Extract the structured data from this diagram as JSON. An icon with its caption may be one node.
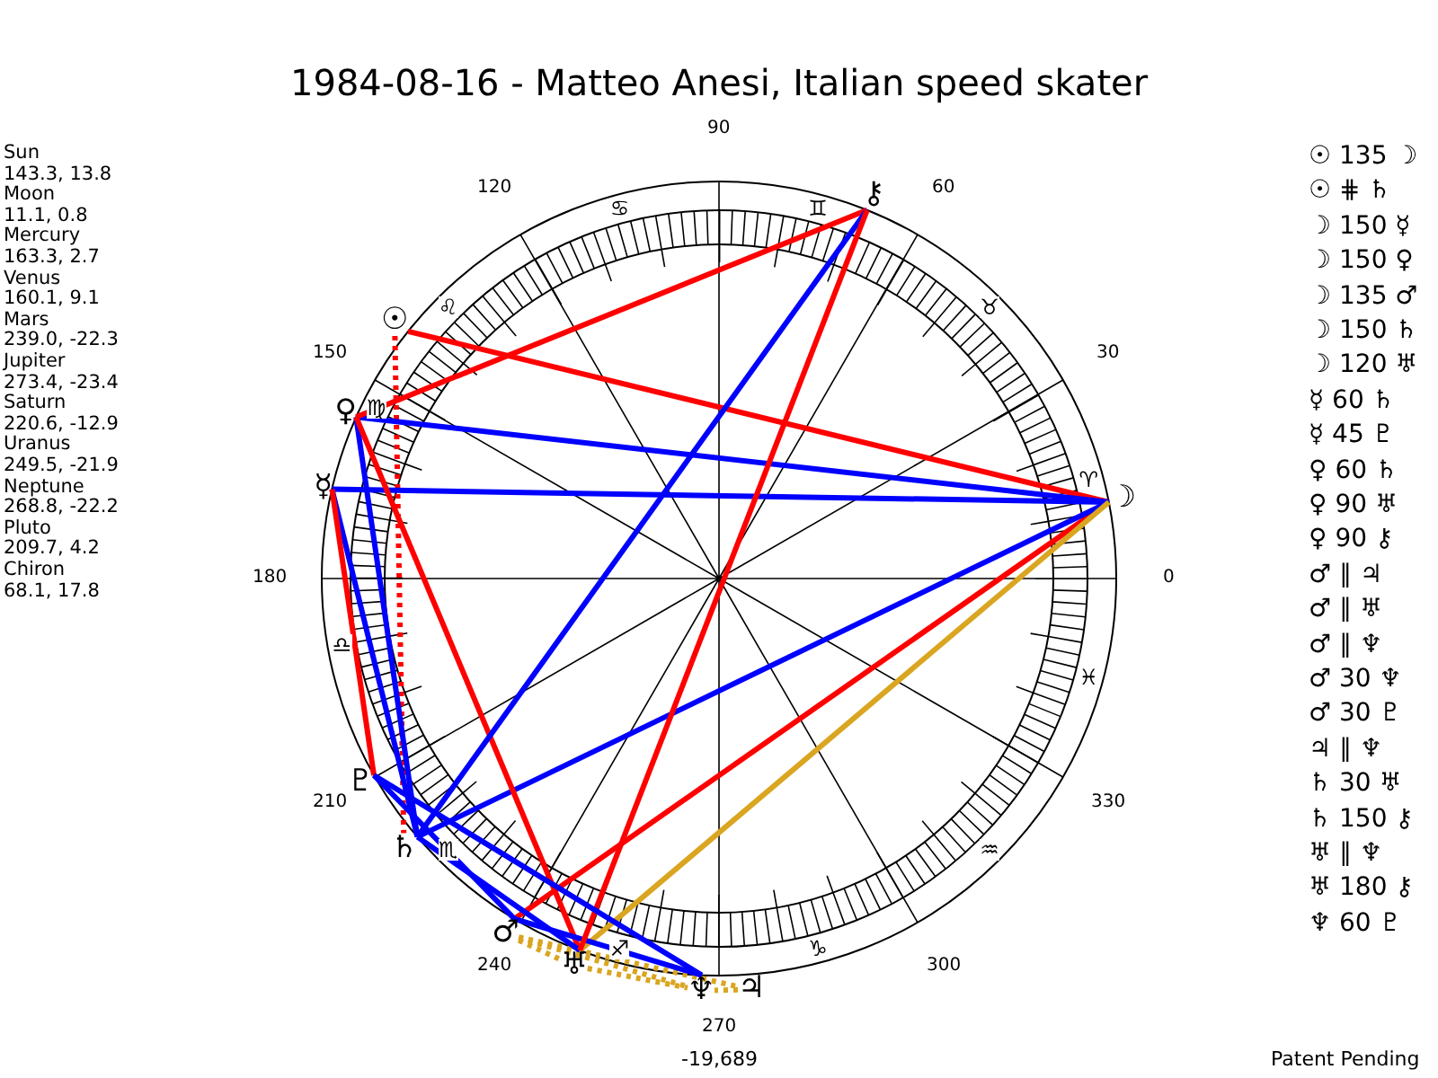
{
  "diagram": {
    "title": "1984-08-16 - Matteo Anesi, Italian speed skater",
    "nodes": [
      {
        "text": [
          "☉"
        ]
      },
      {
        "text": [
          "☽"
        ]
      },
      {
        "text": [
          "☿"
        ]
      },
      {
        "text": [
          "♀"
        ]
      },
      {
        "text": [
          "♂"
        ]
      },
      {
        "text": [
          "♃"
        ]
      },
      {
        "text": [
          "♄"
        ]
      },
      {
        "text": [
          "♅"
        ]
      },
      {
        "text": [
          "♆"
        ]
      },
      {
        "text": [
          "♇"
        ]
      },
      {
        "text": [
          "⚷"
        ]
      }
    ],
    "edges": [
      {
        "from": 0,
        "to": 1,
        "arrow": "none",
        "color": "#ff0000"
      },
      {
        "from": 0,
        "to": 6,
        "arrow": "none",
        "style": "dashed",
        "color": "#ff0000"
      },
      {
        "from": 1,
        "to": 2,
        "arrow": "none"
      },
      {
        "from": 1,
        "to": 3,
        "arrow": "none"
      },
      {
        "from": 1,
        "to": 4,
        "arrow": "none",
        "color": "#ff0000"
      },
      {
        "from": 1,
        "to": 6,
        "arrow": "none"
      },
      {
        "from": 1,
        "to": 7,
        "arrow": "none",
        "color": "#daa520"
      },
      {
        "from": 2,
        "to": 6,
        "arrow": "none"
      },
      {
        "from": 2,
        "to": 9,
        "arrow": "none",
        "color": "#ff0000"
      },
      {
        "from": 3,
        "to": 6,
        "arrow": "none"
      },
      {
        "from": 3,
        "to": 7,
        "arrow": "none",
        "color": "#ff0000"
      },
      {
        "from": 3,
        "to": 10,
        "arrow": "none",
        "color": "#ff0000"
      },
      {
        "from": 4,
        "to": 5,
        "arrow": "none",
        "style": "dashed",
        "color": "#daa520"
      },
      {
        "from": 4,
        "to": 7,
        "arrow": "none",
        "style": "dashed",
        "color": "#daa520"
      },
      {
        "from": 4,
        "to": 8,
        "arrow": "none",
        "style": "dashed",
        "color": "#daa520"
      },
      {
        "from": 4,
        "to": 8,
        "arrow": "none"
      },
      {
        "from": 4,
        "to": 9,
        "arrow": "none"
      },
      {
        "from": 5,
        "to": 8,
        "arrow": "none",
        "style": "dashed",
        "color": "#daa520"
      },
      {
        "from": 6,
        "to": 7,
        "arrow": "none"
      },
      {
        "from": 6,
        "to": 10,
        "arrow": "none"
      },
      {
        "from": 7,
        "to": 8,
        "arrow": "none",
        "style": "dashed",
        "color": "#daa520"
      },
      {
        "from": 7,
        "to": 10,
        "arrow": "none",
        "color": "#ff0000"
      },
      {
        "from": 8,
        "to": 9,
        "arrow": "none"
      }
    ],
    "labels": [
      "Sun",
      "143.3, 13.8",
      "Moon",
      "11.1, 0.8",
      "Mercury",
      "163.3, 2.7",
      "Venus",
      "160.1, 9.1",
      "Mars",
      "239.0, -22.3",
      "Jupiter",
      "273.4, -23.4",
      "Saturn",
      "220.6, -12.9",
      "Uranus",
      "249.5, -21.9",
      "Neptune",
      "268.8, -22.2",
      "Pluto",
      "209.7, 4.2",
      "Chiron",
      "68.1, 17.8",
      "0",
      "30",
      "60",
      "90",
      "120",
      "150",
      "180",
      "210",
      "240",
      "270",
      "300",
      "330",
      "♈",
      "♉",
      "♊",
      "♋",
      "♌",
      "♍",
      "♎",
      "♏",
      "♐",
      "♑",
      "♒",
      "♓",
      "-19,689",
      "☉ 135 ☽",
      "☉ ⋕ ♄",
      "☽ 150 ☿",
      "☽ 150 ♀",
      "☽ 135 ♂",
      "☽ 150 ♄",
      "☽ 120 ♅",
      "☿ 60 ♄",
      "☿ 45 ♇",
      "♀ 60 ♄",
      "♀ 90 ♅",
      "♀ 90 ⚷",
      "♂ ∥ ♃",
      "♂ ∥ ♅",
      "♂ ∥ ♆",
      "♂ 30 ♆",
      "♂ 30 ♇",
      "♃ ∥ ♆",
      "♄ 30 ♅",
      "♄ 150 ⚷",
      "♅ ∥ ♆",
      "♅ 180 ⚷",
      "♆ 60 ♇",
      "Patent Pending"
    ]
  }
}
